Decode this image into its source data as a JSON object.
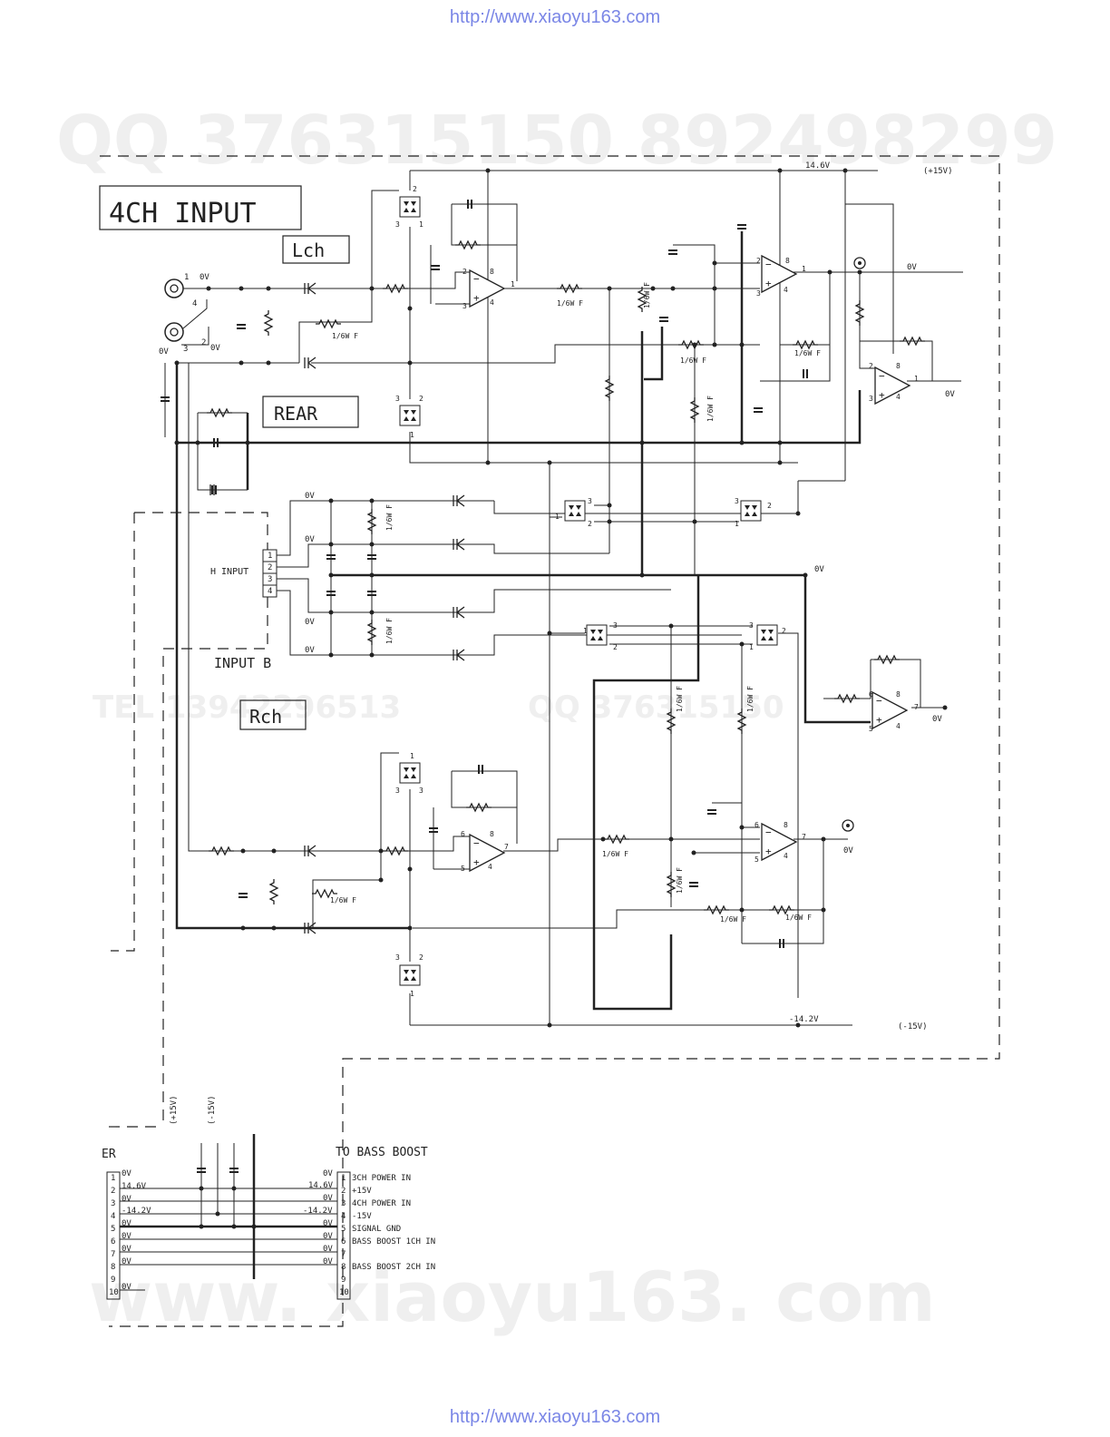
{
  "header": {
    "url_top": "http://www.xiaoyu163.com",
    "url_bottom": "http://www.xiaoyu163.com"
  },
  "watermarks": {
    "qq": "QQ 376315150   892498299",
    "site": "www. xiaoyu163. com",
    "tel": "TEL 13942296513",
    "qq2": "QQ 376315150"
  },
  "labels": {
    "title": "4CH INPUT",
    "lch": "Lch",
    "rear": "REAR",
    "rch": "Rch",
    "h_input": "H INPUT",
    "input_b": "INPUT B",
    "to_bass_boost": "TO BASS BOOST",
    "left_cut": "ER",
    "v_pos": "14.6V",
    "v_pos_tag": "(+15V)",
    "v_neg": "-14.2V",
    "v_neg_tag": "(-15V)",
    "zero": "0V",
    "res_note": "1/6W F",
    "supply_p": "(+15V)",
    "supply_n": "(-15V)"
  },
  "connector_right": [
    {
      "pin": "1",
      "net": "0V",
      "func": "3CH POWER IN"
    },
    {
      "pin": "2",
      "net": "14.6V",
      "func": "+15V"
    },
    {
      "pin": "3",
      "net": "0V",
      "func": "4CH POWER IN"
    },
    {
      "pin": "4",
      "net": "-14.2V",
      "func": "-15V"
    },
    {
      "pin": "5",
      "net": "0V",
      "func": "SIGNAL GND"
    },
    {
      "pin": "6",
      "net": "0V",
      "func": "BASS BOOST 1CH IN"
    },
    {
      "pin": "7",
      "net": "0V",
      "func": ""
    },
    {
      "pin": "8",
      "net": "0V",
      "func": "BASS BOOST 2CH IN"
    },
    {
      "pin": "9",
      "net": "",
      "func": ""
    },
    {
      "pin": "10",
      "net": "",
      "func": ""
    }
  ],
  "connector_left": [
    {
      "pin": "1",
      "net": "0V"
    },
    {
      "pin": "2",
      "net": "14.6V"
    },
    {
      "pin": "3",
      "net": "0V"
    },
    {
      "pin": "4",
      "net": "-14.2V"
    },
    {
      "pin": "5",
      "net": "0V"
    },
    {
      "pin": "6",
      "net": "0V"
    },
    {
      "pin": "7",
      "net": "0V"
    },
    {
      "pin": "8",
      "net": "0V"
    },
    {
      "pin": "9",
      "net": ""
    },
    {
      "pin": "10",
      "net": "0V"
    }
  ],
  "h_input_pins": [
    "1",
    "2",
    "3",
    "4"
  ]
}
